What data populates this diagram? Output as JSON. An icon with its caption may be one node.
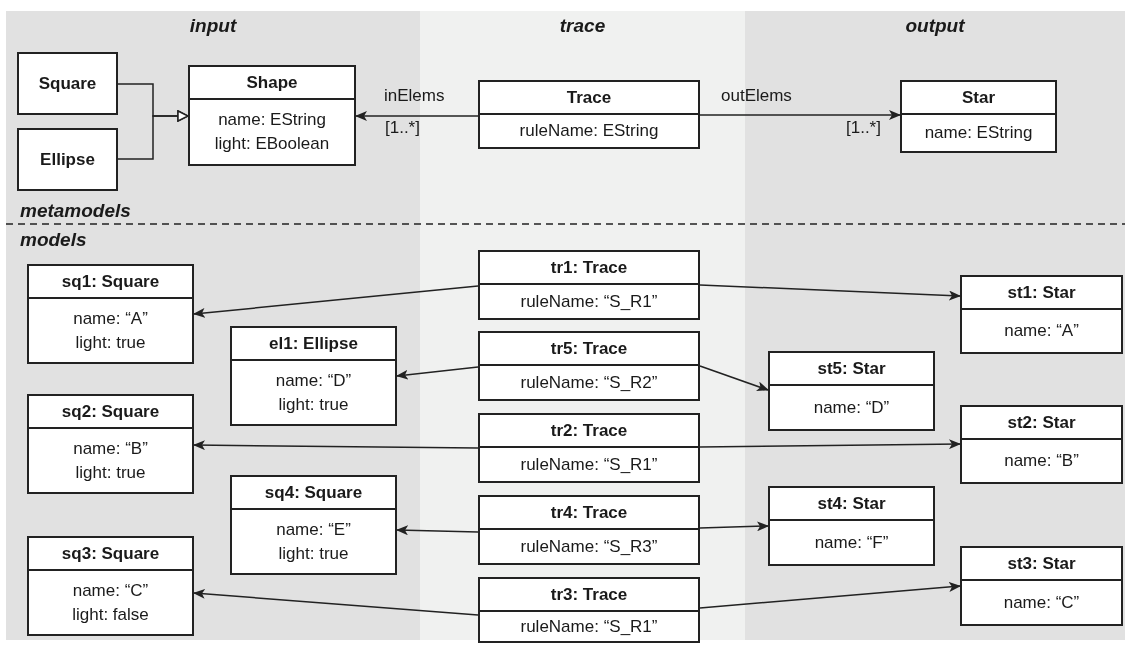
{
  "diagram": {
    "nodes": [
      {
        "text": [
          "input"
        ]
      },
      {
        "text": [
          "trace"
        ]
      },
      {
        "text": [
          "output"
        ]
      },
      {
        "text": [
          "Square"
        ],
        "in": 0
      },
      {
        "text": [
          "Ellipse"
        ],
        "in": 0
      },
      {
        "text": [
          "Shape",
          "name: EString",
          "light: EBoolean"
        ],
        "in": 0
      },
      {
        "text": [
          "Trace",
          "ruleName: EString"
        ],
        "in": 1
      },
      {
        "text": [
          "Star",
          "name: EString"
        ],
        "in": 2
      },
      {
        "text": [
          "sq1: Square",
          "name: “A”",
          "light: true"
        ],
        "in": 0
      },
      {
        "text": [
          "el1: Ellipse",
          "name: “D”",
          "light: true"
        ],
        "in": 0
      },
      {
        "text": [
          "sq2: Square",
          "name: “B”",
          "light: true"
        ],
        "in": 0
      },
      {
        "text": [
          "sq4: Square",
          "name: “E”",
          "light: true"
        ],
        "in": 0
      },
      {
        "text": [
          "sq3: Square",
          "name: “C”",
          "light: false"
        ],
        "in": 0
      },
      {
        "text": [
          "tr1: Trace",
          "ruleName: “S_R1”"
        ],
        "in": 1
      },
      {
        "text": [
          "tr5: Trace",
          "ruleName: “S_R2”"
        ],
        "in": 1
      },
      {
        "text": [
          "tr2: Trace",
          "ruleName: “S_R1”"
        ],
        "in": 1
      },
      {
        "text": [
          "tr4: Trace",
          "ruleName: “S_R3”"
        ],
        "in": 1
      },
      {
        "text": [
          "tr3: Trace",
          "ruleName: “S_R1”"
        ],
        "in": 1
      },
      {
        "text": [
          "st1: Star",
          "name: “A”"
        ],
        "in": 2
      },
      {
        "text": [
          "st5: Star",
          "name: “D”"
        ],
        "in": 2
      },
      {
        "text": [
          "st2: Star",
          "name: “B”"
        ],
        "in": 2
      },
      {
        "text": [
          "st4: Star",
          "name: “F”"
        ],
        "in": 2
      },
      {
        "text": [
          "st3: Star",
          "name: “C”"
        ],
        "in": 2
      }
    ],
    "edges": [
      {
        "from": 3,
        "to": 5,
        "arrow": "to"
      },
      {
        "from": 4,
        "to": 5,
        "arrow": "to"
      },
      {
        "from": 6,
        "to": 5,
        "arrow": "to",
        "label": "inElems"
      },
      {
        "from": 6,
        "to": 7,
        "arrow": "to",
        "label": "outElems"
      },
      {
        "from": 13,
        "to": 8,
        "arrow": "to"
      },
      {
        "from": 13,
        "to": 18,
        "arrow": "to"
      },
      {
        "from": 14,
        "to": 9,
        "arrow": "to"
      },
      {
        "from": 14,
        "to": 19,
        "arrow": "to"
      },
      {
        "from": 15,
        "to": 10,
        "arrow": "to"
      },
      {
        "from": 15,
        "to": 20,
        "arrow": "to"
      },
      {
        "from": 16,
        "to": 11,
        "arrow": "to"
      },
      {
        "from": 16,
        "to": 21,
        "arrow": "to"
      },
      {
        "from": 17,
        "to": 12,
        "arrow": "to"
      },
      {
        "from": 17,
        "to": 22,
        "arrow": "to"
      }
    ],
    "labels": [
      "[1..*]",
      "[1..*]",
      "metamodels",
      "models"
    ]
  }
}
